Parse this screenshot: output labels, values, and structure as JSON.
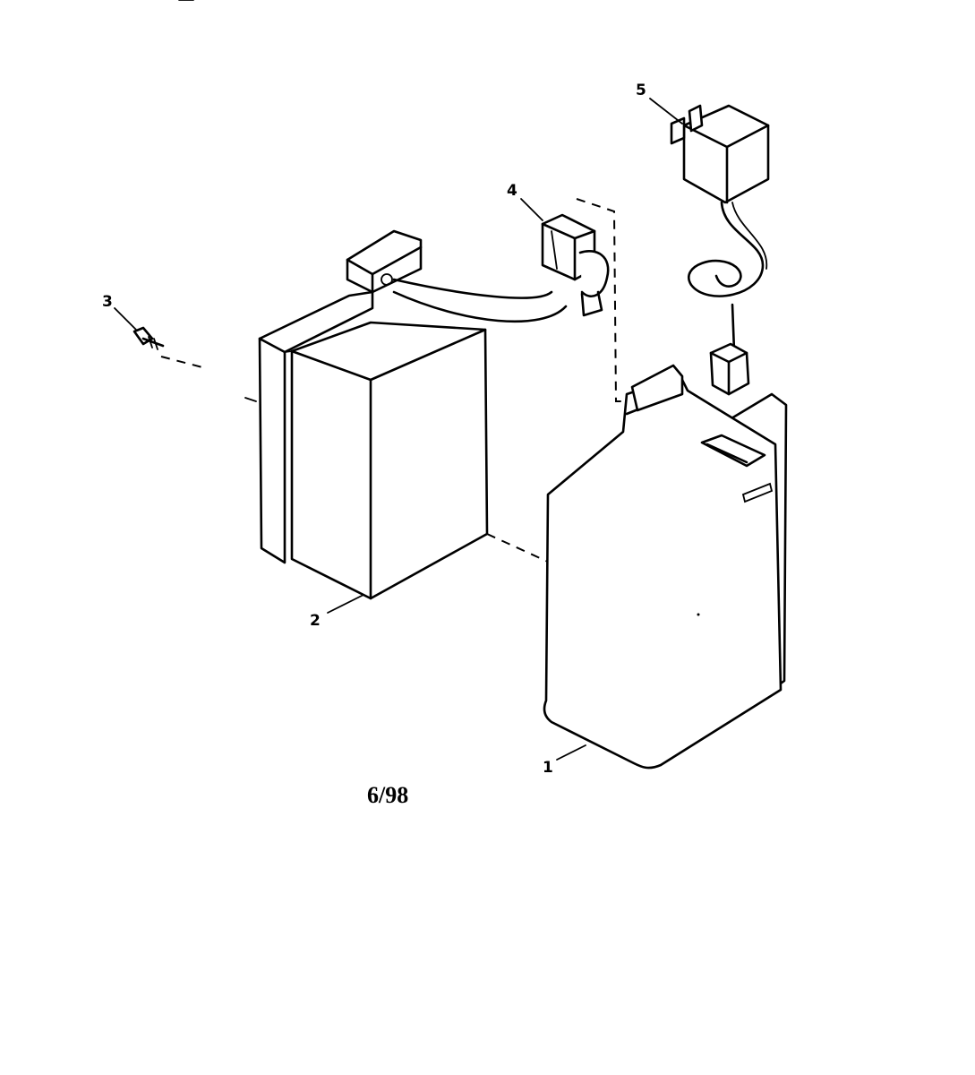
{
  "diagram": {
    "callouts": [
      {
        "id": "1",
        "label": "1"
      },
      {
        "id": "2",
        "label": "2"
      },
      {
        "id": "3",
        "label": "3"
      },
      {
        "id": "4",
        "label": "4"
      },
      {
        "id": "5",
        "label": "5"
      }
    ],
    "date_code": "6/98"
  }
}
